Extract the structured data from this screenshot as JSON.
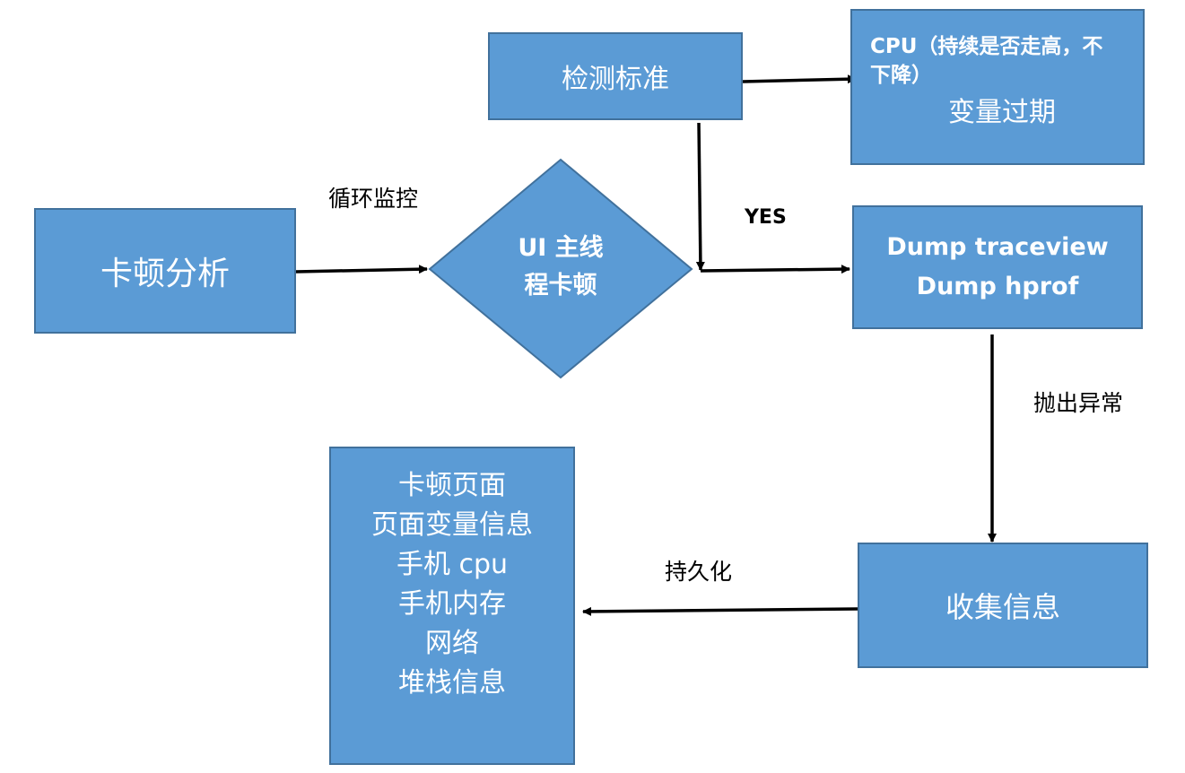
{
  "nodes": {
    "kadun_analysis": "卡顿分析",
    "check_standard": "检测标准",
    "ui_block": [
      "UI 主线",
      "程卡顿"
    ],
    "cpu_box": {
      "line1": "CPU（持续是否走高，不",
      "line2": "下降）",
      "line3": "变量过期"
    },
    "dump_box": [
      "Dump traceview",
      "Dump hprof"
    ],
    "collect_info": "收集信息",
    "result_list": [
      "卡顿页面",
      "页面变量信息",
      "手机 cpu",
      "手机内存",
      "网络",
      "堆栈信息"
    ]
  },
  "edge_labels": {
    "loop_monitor": "循环监控",
    "yes": "YES",
    "throw_exception": "抛出异常",
    "persist": "持久化"
  },
  "colors": {
    "box_fill": "#5b9bd5",
    "box_border": "#41719c",
    "text_on_box": "#ffffff",
    "arrow": "#000000"
  }
}
